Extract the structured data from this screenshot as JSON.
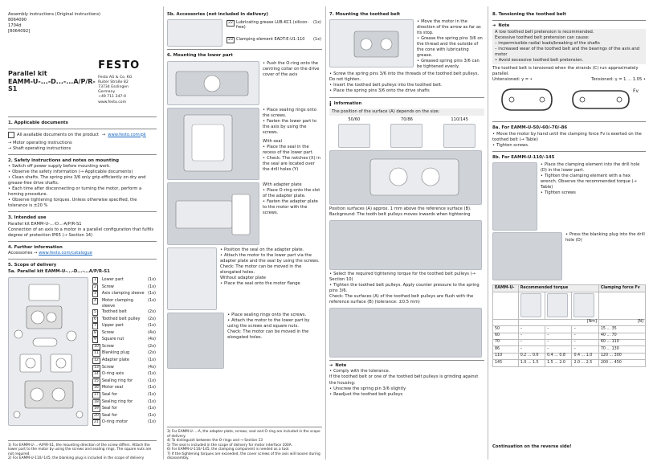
{
  "header": {
    "doc_title": "Assembly instructions (Original instructions)",
    "numbers": [
      "8064090",
      "1704d",
      "[8064092]"
    ],
    "logo": "FESTO",
    "company": [
      "Festo AG & Co. KG",
      "",
      "Ruiter Straße 82",
      "73734 Esslingen",
      "Germany",
      "+49 711 347-0",
      "www.festo.com"
    ],
    "product_title": [
      "Parallel kit",
      "EAMM-U-...-D...-...A/P/R-S1"
    ]
  },
  "col1": {
    "s1_title": "1. Applicable documents",
    "s1_text": "All available documents on the product",
    "s1_link": "www.festo.com/pk",
    "s1_items": [
      "Motor operating instructions",
      "Shaft operating instructions"
    ],
    "s2_title": "2. Safety instructions and notes on mounting",
    "s2_items": [
      "Switch off power supply before mounting work.",
      "Observe the safety information (→ Applicable documents)",
      "Clean shafts. The spring pins 3/6 only grip efficiently on dry and grease-free drive shafts.",
      "Each time after disconnecting or turning the motor, perform a homing procedure.",
      "Observe tightening torques. Unless otherwise specified, the tolerance is ±20 %"
    ],
    "s3_title": "3. Intended use",
    "s3_text": "Parallel kit EAMM-U-...-D...-A/P/R-S1",
    "s3_text2": "Connection of an axis to a motor in a parallel configuration that fulfils degree of protection IP65 (→ Section 14)",
    "s4_title": "4. Further information",
    "s4_text": "Accessories →",
    "s4_link": "www.festo.com/catalogue",
    "s5_title": "5. Scope of delivery",
    "s5a_title": "5a. Parallel kit EAMM-U-...-D...-...A/P/R-S1",
    "parts": [
      [
        "1",
        "Lower part",
        "(1x)"
      ],
      [
        "2",
        "Screw",
        "(1x)"
      ],
      [
        "3",
        "Axis clamping sleeve",
        "(1x)"
      ],
      [
        "4",
        "Motor clamping sleeve",
        "(1x)"
      ],
      [
        "5",
        "Toothed belt",
        "(2x)"
      ],
      [
        "6",
        "Toothed belt pulley",
        "(2x)"
      ],
      [
        "7",
        "Upper part",
        "(1x)"
      ],
      [
        "8",
        "Screw",
        "(4x)"
      ],
      [
        "9",
        "Square nut",
        "(4x)"
      ],
      [
        "10",
        "Screw",
        "(2x)"
      ],
      [
        "11",
        "Blanking plug",
        "(2x)"
      ],
      [
        "12",
        "Adapter plate",
        "(1x)"
      ],
      [
        "13",
        "Screw",
        "(4x)"
      ],
      [
        "14",
        "O-ring axis",
        "(1x)"
      ],
      [
        "15",
        "Sealing ring for",
        "(1x)"
      ],
      [
        "16",
        "Motor seal",
        "(1x)"
      ],
      [
        "17",
        "Seal for",
        "(1x)"
      ],
      [
        "18",
        "Sealing ring for",
        "(1x)"
      ],
      [
        "19",
        "Seal for",
        "(1x)"
      ],
      [
        "20",
        "Seal for",
        "(1x)"
      ],
      [
        "21",
        "O-ring motor",
        "(1x)"
      ]
    ],
    "footnotes": [
      "1) For EAMM-U-...-A/P/R-S1, the mounting direction of the screw differs. Attach the lower part to the motor by using the screws and sealing rings. The square nuts are not required.",
      "2) For EAMM-U-110/-145, the blanking plug is included in the scope of delivery"
    ]
  },
  "col2": {
    "s5b_title": "5b. Accessories (not included in delivery)",
    "acc": [
      [
        "22",
        "Lubricating grease LUB-KC1 (silicon-free)",
        "(1x)"
      ],
      [
        "23",
        "Clamping element EADT-E-U1-110",
        "(1x)"
      ]
    ],
    "s6_title": "6. Mounting the lower part",
    "steps_a": [
      "Push the O-ring onto the centring collar on the drive cover of the axis",
      "Place sealing rings onto the screws.",
      "Fasten the lower part to the axis by using the screws."
    ],
    "with_seal": "With seal",
    "steps_b": [
      "Place the seal in the recess of the lower part.",
      "Check: The notches (X) in the seal are located over the drill holes (Y)"
    ],
    "with_adapter": "With adapter plate",
    "steps_c": [
      "Place O-ring onto the slot of the adapter plate.",
      "Fasten the adapter plate to the motor with the screws."
    ],
    "steps_d": [
      "Position the seal on the adapter plate.",
      "Attach the motor to the lower part via the adapter plate and the seal by using the screws.",
      "Check: The motor can be moved in the elongated holes."
    ],
    "without_adapter": "Without adapter plate",
    "steps_e": [
      "Place the seal onto the motor flange"
    ],
    "steps_f": [
      "Place sealing rings onto the screws.",
      "Attach the motor to the lower part by using the screws and square nuts.",
      "Check: The motor can be moved in the elongated holes."
    ],
    "footnotes": [
      "3) For EAMM-U-...-A, the adapter plate, screws, seal and O-ring are included in the scope of delivery.",
      "4) To distinguish between the O-rings and → Section 13",
      "5) The seal is included in the scope of delivery for motor interface 100A.",
      "6) For EAMM-U-110/-145, the clamping component is needed as a tool.",
      "7) If the tightening torques are exceeded, the cover screws of the axis will loosen during disassembly."
    ]
  },
  "col3": {
    "s7_title": "7. Mounting the toothed belt",
    "s7_items": [
      "Move the motor in the direction of the arrow as far as its stop.",
      "Grease the spring pins 3/6 on the thread and the outside of the cone with lubricating grease.",
      "Greased spring pins 3/6 can be tightened evenly."
    ],
    "s7_items2": [
      "Screw the spring pins 3/6 into the threads of the toothed belt pulleys. Do not tighten.",
      "Insert the toothed belt pulleys into the toothed belt.",
      "Place the spring pins 3/6 onto the drive shafts"
    ],
    "info_title": "Information",
    "info_text": "The position of the surface (A) depends on the size:",
    "sizes": [
      "50/60",
      "70/86",
      "110/145"
    ],
    "s7_items3": [
      "Position surfaces (A) approx. 1 mm above the reference surface (B). Background: The tooth belt pulleys moves inwards when tightening"
    ],
    "s7_items4": [
      "Select the required tightening torque for the toothed belt pulleys (→ Section 10)",
      "Tighten the toothed belt pulleys. Apply counter pressure to the spring pins 3/6."
    ],
    "check_text": "Check: The surfaces (A) of the toothed belt pulleys are flush with the reference surface (B) (tolerance: ±0.5 mm)",
    "note_title": "Note",
    "note_items": [
      "Comply with the tolerance.",
      "If the toothed belt or one of the toothed belt pulleys is grinding against the housing:",
      "Unscrew the spring pin 3/6 slightly",
      "Readjust the toothed belt pulleys"
    ]
  },
  "col4": {
    "s8_title": "8. Tensioning the toothed belt",
    "note_title": "Note",
    "note_text": [
      "A low toothed belt pretension is recommended.",
      "Excessive toothed belt pretension can cause:",
      "– impermissible radial loads/breaking of the shafts",
      "– increased wear of the toothed belt and the bearings of the axis and motor",
      "• Avoid excessive toothed belt pretension."
    ],
    "tension_text": "The toothed belt is tensioned when the strands (C) run approximately parallel.",
    "untensioned": "Untensioned: γ = •",
    "tensioned": "Tensioned: γ = 1 ... 1.05 •",
    "fv": "Fv",
    "s8a_title": "8a. For EAMM-U-50/-60/-70/-86",
    "s8a_items": [
      "Move the motor by hand until the clamping force Fv is exerted on the toothed belt (→ Table)",
      "Tighten screws."
    ],
    "s8b_title": "8b. For EAMM-U-110/-145",
    "s8b_items": [
      "Place the clamping element into the drill hole (D) in the lower part.",
      "Tighten the clamping element with a hex wrench. Observe the recommended torque (→ Table)",
      "Tighten screws"
    ],
    "s8b_items2": [
      "Press the blanking plug into the drill hole (D)"
    ],
    "table": {
      "h1": "EAMM-U-",
      "h2": "Recommended torque",
      "h3": "Clamping force Fv",
      "unit_nm": "[Nm]",
      "unit_n": "[N]",
      "rows": [
        [
          "50",
          "–",
          "–",
          "–",
          "15 ... 35"
        ],
        [
          "60",
          "–",
          "–",
          "–",
          "40 ... 70"
        ],
        [
          "70",
          "–",
          "–",
          "–",
          "60 ... 110"
        ],
        [
          "86",
          "–",
          "–",
          "–",
          "70 ... 130"
        ],
        [
          "110",
          "0.2 ... 0.6",
          "0.4 ... 0.8",
          "0.4 ... 1.0",
          "120 ... 300"
        ],
        [
          "145",
          "1.0 ... 1.5",
          "1.5 ... 2.0",
          "2.0 ... 2.5",
          "200 ... 450"
        ]
      ]
    },
    "continuation": "Continuation on the reverse side!"
  }
}
